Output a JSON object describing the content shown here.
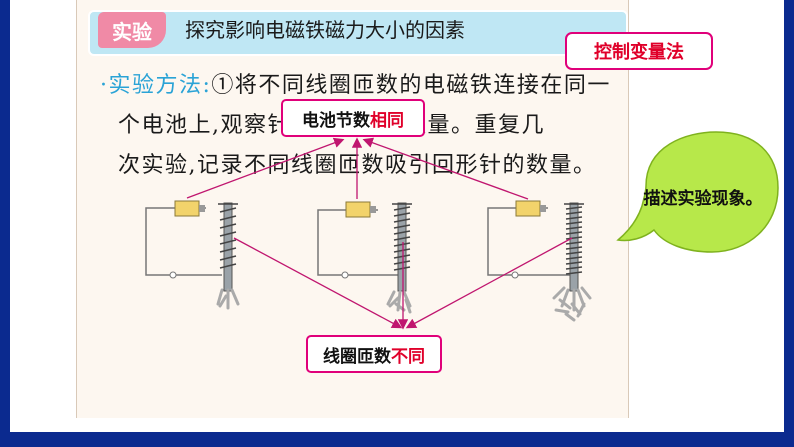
{
  "header": {
    "tag": "实验",
    "title": "探究影响电磁铁磁力大小的因素"
  },
  "method_label": "控制变量法",
  "paragraph": {
    "bullet": "·",
    "lead": "实验方法:",
    "line1": "①将不同线圈匝数的电磁铁连接在同一",
    "line2": "个电池上,观察针",
    "line2_tail": "针的数量。重复几",
    "line3": "次实验,记录不同线圈匝数吸引回形针的数量。"
  },
  "label_top": {
    "black": "电池节数",
    "red": "相同"
  },
  "label_bottom": {
    "black": "线圈匝数",
    "red": "不同"
  },
  "bubble": {
    "text": "描述实验现象。"
  },
  "colors": {
    "frame": "#0b2a8f",
    "accent_pink": "#e0007a",
    "accent_red": "#e0002a",
    "bubble_green": "#b7e84a",
    "header_blue": "#bfe7f4"
  }
}
